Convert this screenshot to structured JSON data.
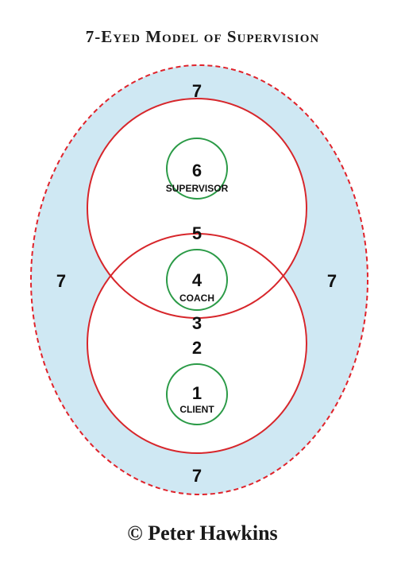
{
  "title": "7-Eyed Model of Supervision",
  "copyright": "© Peter Hawkins",
  "colors": {
    "outer_fill": "#cfe8f3",
    "outer_stroke": "#e0232b",
    "red_circle": "#d7262b",
    "green_circle": "#2a9a46",
    "inner_fill": "#ffffff"
  },
  "diagram": {
    "eye7_top": "7",
    "eye7_left": "7",
    "eye7_right": "7",
    "eye7_bottom": "7",
    "eye6": {
      "number": "6",
      "label": "SUPERVISOR"
    },
    "eye5": "5",
    "eye4": {
      "number": "4",
      "label": "COACH"
    },
    "eye3": "3",
    "eye2": "2",
    "eye1": {
      "number": "1",
      "label": "CLIENT"
    }
  }
}
